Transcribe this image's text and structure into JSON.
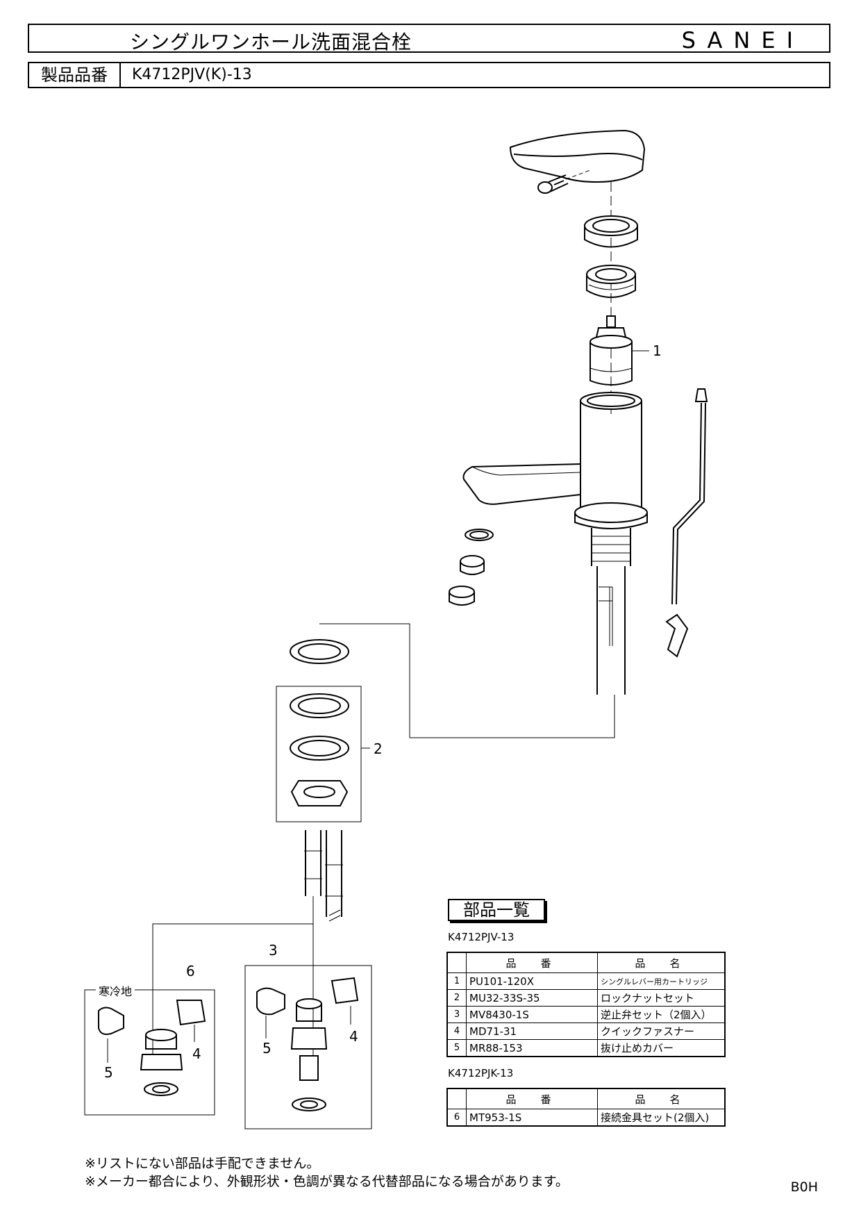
{
  "header": {
    "title": "シングルワンホール洗面混合栓",
    "brand": "SANEI",
    "product_label": "製品品番",
    "product_number": "K4712PJV(K)-13"
  },
  "diagram": {
    "callouts": [
      "1",
      "2",
      "3",
      "4",
      "5",
      "6",
      "4",
      "5"
    ],
    "cold_region_label": "寒冷地"
  },
  "parts_list": {
    "heading": "部品一覧",
    "model_a": "K4712PJV-13",
    "col_number": "品　番",
    "col_name": "品　名",
    "rows_a": [
      {
        "no": "1",
        "code": "PU101-120X",
        "name": "シングルレバー用カートリッジ"
      },
      {
        "no": "2",
        "code": "MU32-33S-35",
        "name": "ロックナットセット"
      },
      {
        "no": "3",
        "code": "MV8430-1S",
        "name": "逆止弁セット（2個入）"
      },
      {
        "no": "4",
        "code": "MD71-31",
        "name": "クイックファスナー"
      },
      {
        "no": "5",
        "code": "MR88-153",
        "name": "抜け止めカバー"
      }
    ],
    "model_b": "K4712PJK-13",
    "rows_b": [
      {
        "no": "6",
        "code": "MT953-1S",
        "name": "接続金具セット(2個入)"
      }
    ]
  },
  "notes": [
    "※リストにない部品は手配できません。",
    "※メーカー都合により、外観形状・色調が異なる代替部品になる場合があります。"
  ],
  "footer_code": "B0H"
}
